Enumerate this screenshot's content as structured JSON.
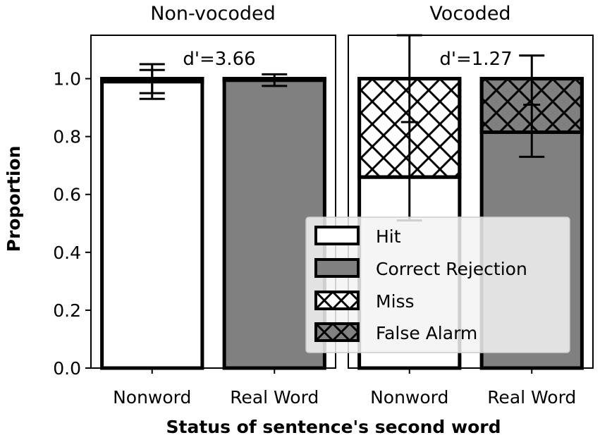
{
  "chart_data": [
    {
      "type": "bar",
      "stacked": true,
      "title": "Non-vocoded",
      "annotation": "d'=3.66",
      "categories": [
        "Nonword",
        "Real Word"
      ],
      "series": [
        {
          "name": "Hit",
          "values": [
            0.99,
            0
          ]
        },
        {
          "name": "Correct Rejection",
          "values": [
            0,
            0.995
          ]
        },
        {
          "name": "Miss",
          "values": [
            0.01,
            0
          ]
        },
        {
          "name": "False Alarm",
          "values": [
            0,
            0.005
          ]
        }
      ],
      "error_bars": [
        {
          "category": "Nonword",
          "center": 0.99,
          "low": 0.93,
          "high": 1.05
        },
        {
          "category": "Nonword",
          "center": 0.99,
          "low": 0.95,
          "high": 1.03
        },
        {
          "category": "Real Word",
          "center": 0.995,
          "low": 0.975,
          "high": 1.015
        }
      ],
      "ylabel": "Proportion",
      "ylim": [
        0,
        1.15
      ],
      "yticks": [
        "0.0",
        "0.2",
        "0.4",
        "0.6",
        "0.8",
        "1.0"
      ]
    },
    {
      "type": "bar",
      "stacked": true,
      "title": "Vocoded",
      "annotation": "d'=1.27",
      "categories": [
        "Nonword",
        "Real Word"
      ],
      "series": [
        {
          "name": "Hit",
          "values": [
            0.66,
            0
          ]
        },
        {
          "name": "Correct Rejection",
          "values": [
            0,
            0.815
          ]
        },
        {
          "name": "Miss",
          "values": [
            0.34,
            0
          ]
        },
        {
          "name": "False Alarm",
          "values": [
            0,
            0.185
          ]
        }
      ],
      "error_bars": [
        {
          "category": "Nonword",
          "center": 0.85,
          "low": 0.51,
          "high": 1.15
        },
        {
          "category": "Real Word",
          "center": 0.91,
          "low": 0.73,
          "high": 1.08
        }
      ],
      "ylim": [
        0,
        1.15
      ]
    }
  ],
  "xlabel": "Status of sentence's second word",
  "legend": {
    "placement": "lower-right",
    "items": [
      {
        "label": "Hit",
        "fill": "#ffffff",
        "hatch": false
      },
      {
        "label": "Correct Rejection",
        "fill": "#808080",
        "hatch": false
      },
      {
        "label": "Miss",
        "fill": "#ffffff",
        "hatch": true
      },
      {
        "label": "False Alarm",
        "fill": "#808080",
        "hatch": true
      }
    ]
  },
  "colors": {
    "hit": "#ffffff",
    "correct_rejection": "#808080",
    "edge": "#000000"
  }
}
